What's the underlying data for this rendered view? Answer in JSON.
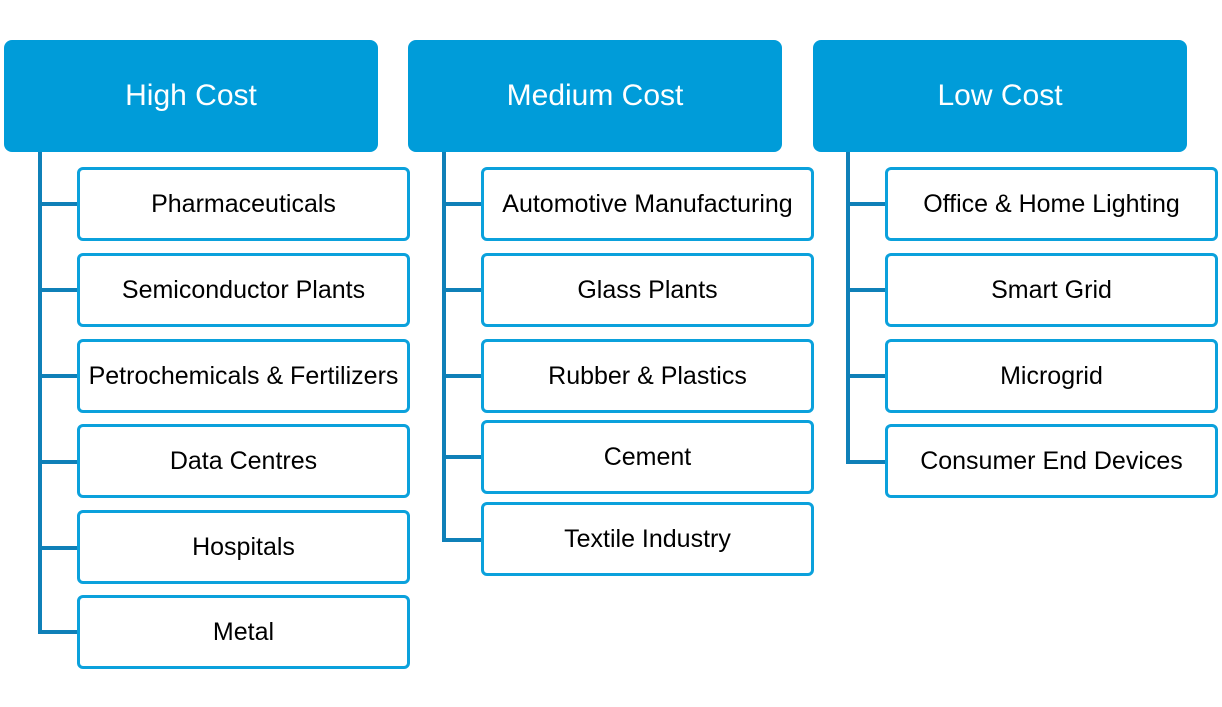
{
  "colors": {
    "header_fill": "#009cd9",
    "item_border": "#0ba1dc",
    "connector": "#0f80b8",
    "text_dark": "#000000",
    "text_light": "#ffffff"
  },
  "columns": [
    {
      "title": "High Cost",
      "items": [
        "Pharmaceuticals",
        "Semiconductor Plants",
        "Petrochemicals & Fertilizers",
        "Data Centres",
        "Hospitals",
        "Metal"
      ]
    },
    {
      "title": "Medium Cost",
      "items": [
        "Automotive Manufacturing",
        "Glass Plants",
        "Rubber & Plastics",
        "Cement",
        "Textile Industry"
      ]
    },
    {
      "title": "Low Cost",
      "items": [
        "Office & Home Lighting",
        "Smart Grid",
        "Microgrid",
        "Consumer End Devices"
      ]
    }
  ]
}
